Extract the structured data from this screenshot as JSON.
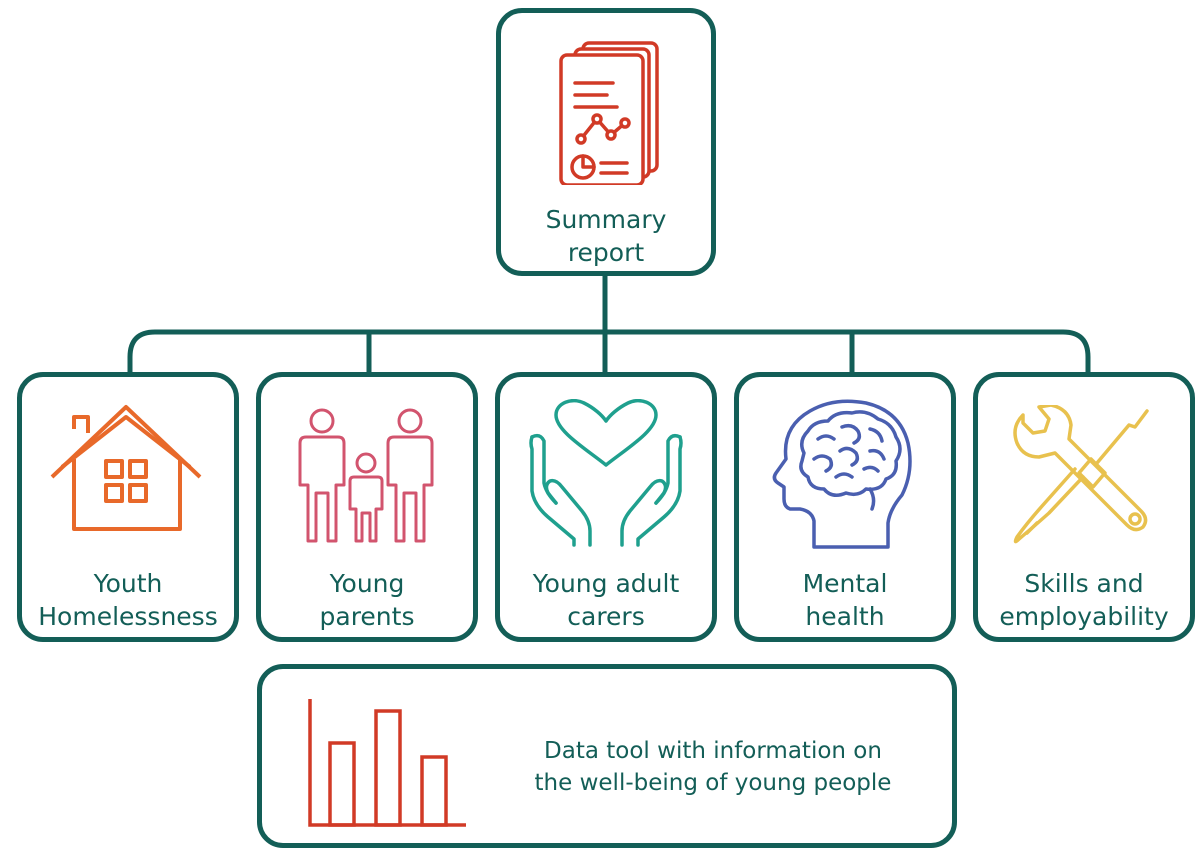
{
  "root": {
    "label_line1": "Summary",
    "label_line2": "report",
    "icon": "report-document-icon",
    "icon_color": "#d13a26"
  },
  "children": [
    {
      "id": "youth-homelessness",
      "line1": "Youth",
      "line2": "Homelessness",
      "icon": "house-icon",
      "icon_color": "#e8692a"
    },
    {
      "id": "young-parents",
      "line1": "Young",
      "line2": "parents",
      "icon": "family-icon",
      "icon_color": "#d2546e"
    },
    {
      "id": "young-adult-carers",
      "line1": "Young adult",
      "line2": "carers",
      "icon": "hands-heart-icon",
      "icon_color": "#1fa08e"
    },
    {
      "id": "mental-health",
      "line1": "Mental",
      "line2": "health",
      "icon": "head-brain-icon",
      "icon_color": "#4a5fb0"
    },
    {
      "id": "skills-employability",
      "line1": "Skills and",
      "line2": "employability",
      "icon": "wrench-screwdriver-icon",
      "icon_color": "#e8c14e"
    }
  ],
  "data_tool": {
    "line1": "Data tool with information on",
    "line2": "the well-being of young people",
    "icon": "bar-chart-icon",
    "icon_color": "#d13a26"
  },
  "colors": {
    "border": "#135e57",
    "text": "#135e57"
  }
}
